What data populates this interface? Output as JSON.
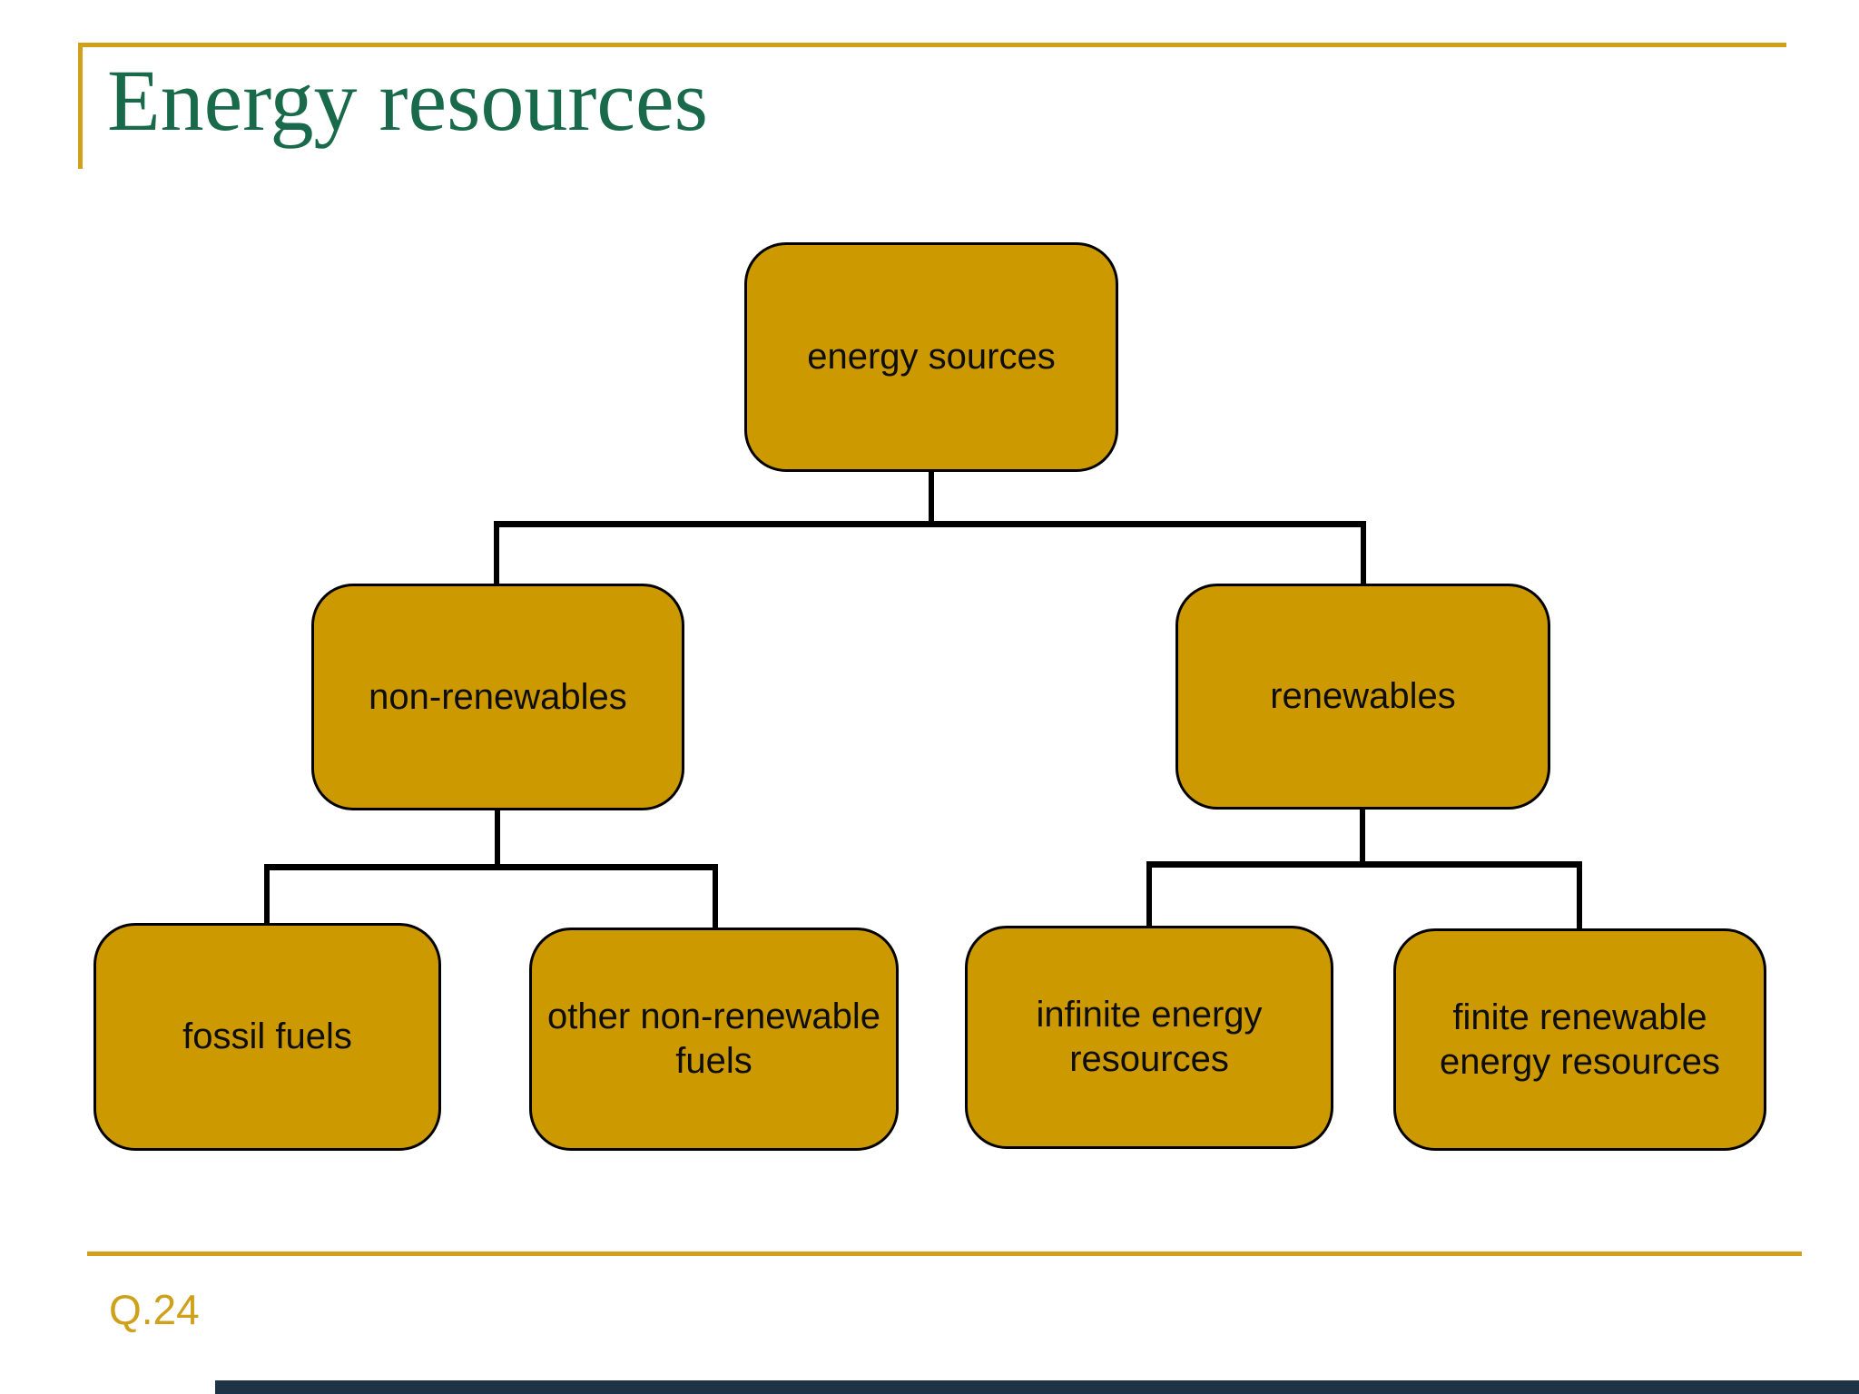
{
  "slide": {
    "title": "Energy resources",
    "footer_label": "Q.24"
  },
  "colors": {
    "frame_gold": "#D0A019",
    "node_fill_gold": "#CC9900",
    "node_border_black": "#000000",
    "title_green": "#186A4A",
    "footer_text_gold": "#CFA11B",
    "connector_black": "#000000",
    "bottom_bar_navy": "#1F3347"
  },
  "diagram": {
    "type": "tree",
    "nodes": [
      {
        "id": "energy-sources",
        "label": "energy sources",
        "parent": null
      },
      {
        "id": "non-renewables",
        "label": "non-renewables",
        "parent": "energy-sources"
      },
      {
        "id": "renewables",
        "label": "renewables",
        "parent": "energy-sources"
      },
      {
        "id": "fossil-fuels",
        "label": "fossil fuels",
        "parent": "non-renewables"
      },
      {
        "id": "other-non-renewable-fuels",
        "label": "other non-renewable fuels",
        "parent": "non-renewables"
      },
      {
        "id": "infinite-energy-resources",
        "label": "infinite energy resources",
        "parent": "renewables"
      },
      {
        "id": "finite-renewable-energy-resources",
        "label": "finite renewable energy resources",
        "parent": "renewables"
      }
    ]
  }
}
